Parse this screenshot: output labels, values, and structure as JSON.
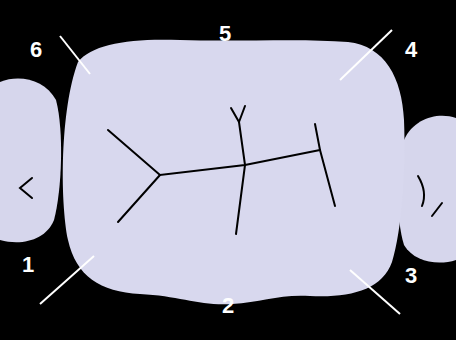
{
  "diagram": {
    "labels": [
      "5",
      "6",
      "4",
      "1",
      "3",
      "2"
    ]
  }
}
